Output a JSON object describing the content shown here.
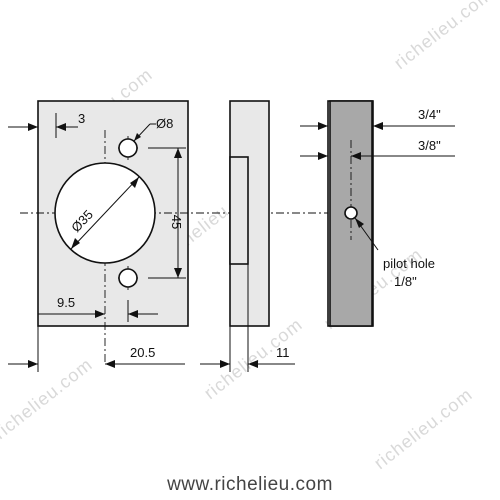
{
  "diagram": {
    "labels": {
      "dim_3": "3",
      "dim_dia8": "Ø8",
      "dim_dia35": "Ø35",
      "dim_45": "45",
      "dim_9_5": "9.5",
      "dim_20_5": "20.5",
      "dim_11": "11",
      "dim_3_4": "3/4\"",
      "dim_3_8": "3/8\"",
      "pilot_hole": "pilot hole",
      "pilot_hole_size": "1/8\""
    },
    "footer": "www.richelieu.com",
    "watermark": "richelieu.com"
  },
  "colors": {
    "plate": "#e8e8e8",
    "panel": "#a8a8a8",
    "line": "#111111",
    "watermark": "#d9d9d9"
  }
}
